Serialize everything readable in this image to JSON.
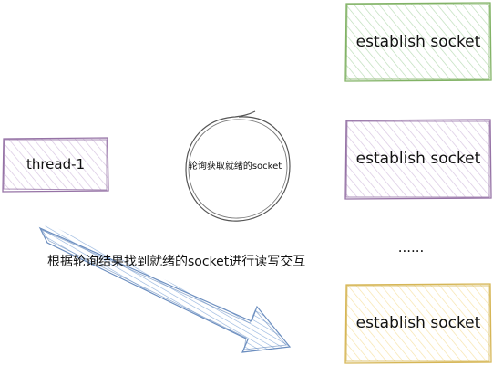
{
  "colors": {
    "socket_green_fill": "#d5e8d4",
    "socket_green_stroke": "#82b366",
    "socket_purple_fill": "#e1d5e7",
    "socket_purple_stroke": "#9673a6",
    "socket_yellow_fill": "#fff2cc",
    "socket_yellow_stroke": "#d6b656",
    "thread_fill": "#e1d5e7",
    "thread_stroke": "#9673a6",
    "circle_stroke": "#555555",
    "arrow_fill": "#dae8fc",
    "arrow_stroke": "#6c8ebf"
  },
  "sockets": [
    {
      "label": "establish socket",
      "color": "green"
    },
    {
      "label": "establish socket",
      "color": "purple"
    },
    {
      "label": "establish socket",
      "color": "yellow"
    }
  ],
  "ellipsis": "......",
  "thread": {
    "label": "thread-1"
  },
  "poller": {
    "label": "轮询获取就绪的socket"
  },
  "caption": "根据轮询结果找到就绪的socket进行读写交互",
  "arrow": {
    "style": "sketch-hachure",
    "direction": "down-right"
  }
}
